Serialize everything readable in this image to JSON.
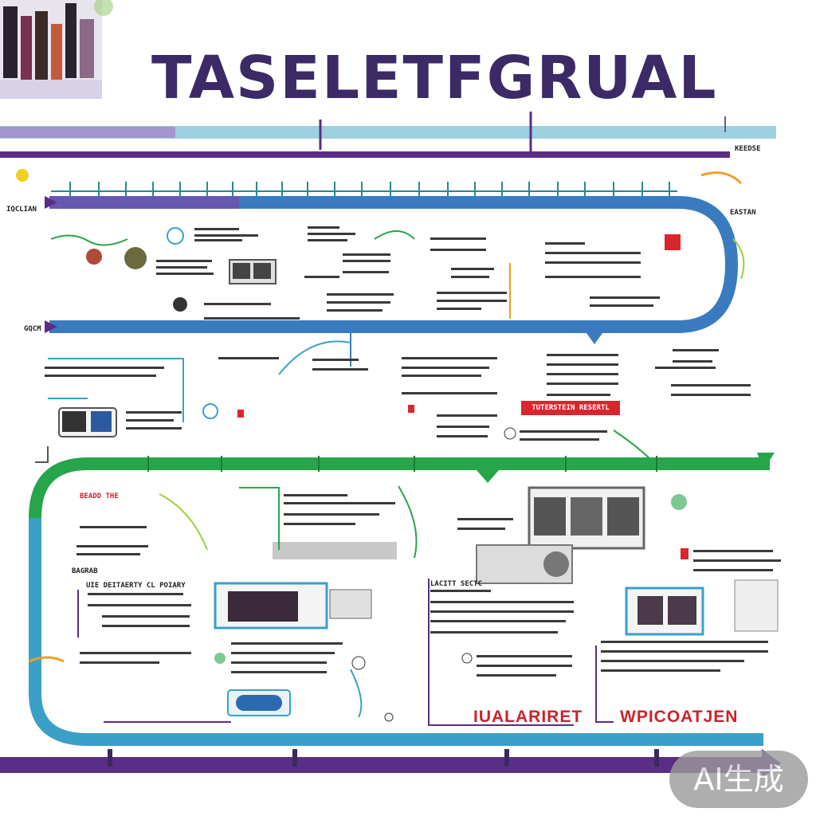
{
  "poster": {
    "title": "TASELETFGRUAL",
    "side_label_left_1": "IQCLIAN",
    "side_label_right_1": "EASTAN",
    "side_label_left_2": "GQCM",
    "section_left_a": "BEADD THE",
    "section_left_b": "BAGRAB",
    "section_header_a": "UIE DEITAERTY CL POIARY",
    "section_header_b": "LACITT SECTC",
    "red_label_left": "IUALARIRET",
    "red_label_right": "WPICOATJEN",
    "red_bar_text": "TUTERSTEIN RESERTL",
    "top_right_tag": "KEEDSE"
  },
  "watermark": {
    "text": "AI生成"
  },
  "colors": {
    "title": "#3b2a66",
    "blue_track": "#3a7bc0",
    "green_track": "#27a54a",
    "teal_track": "#3aa0c8",
    "purple_line": "#5a2d86",
    "red_accent": "#d8262c"
  }
}
